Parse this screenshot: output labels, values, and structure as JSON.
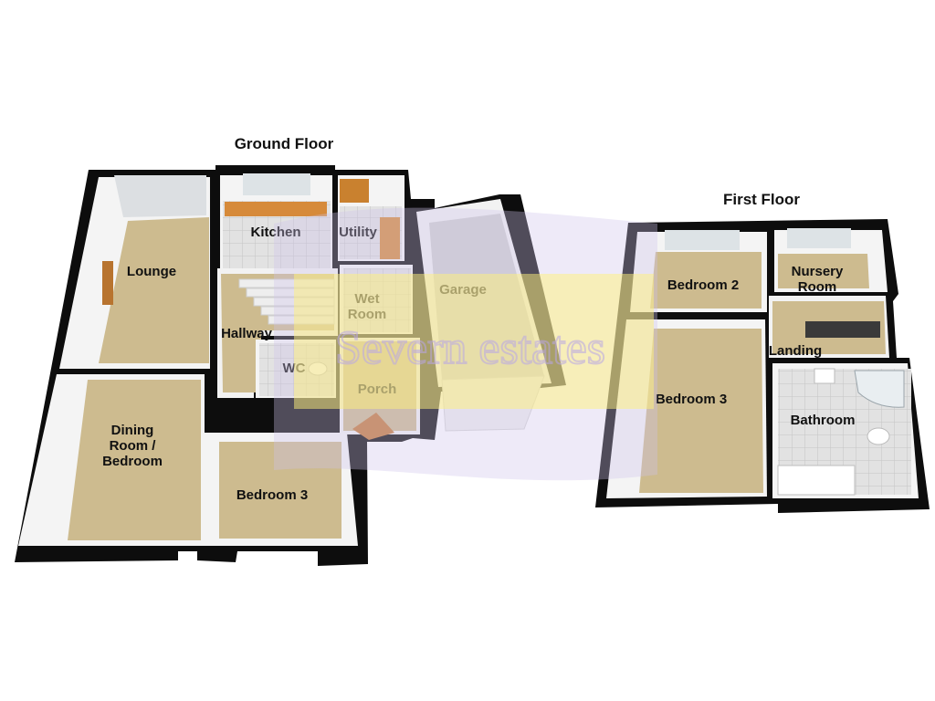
{
  "floors": {
    "ground": {
      "title": "Ground Floor",
      "rooms": {
        "lounge": "Lounge",
        "kitchen": "Kitchen",
        "utility": "Utility",
        "hallway": "Hallway",
        "wet_room": [
          "Wet",
          "Room"
        ],
        "wc": "WC",
        "porch": "Porch",
        "garage": "Garage",
        "dining": [
          "Dining",
          "Room /",
          "Bedroom"
        ],
        "bedroom3": "Bedroom 3"
      }
    },
    "first": {
      "title": "First Floor",
      "rooms": {
        "bedroom2": "Bedroom 2",
        "nursery": [
          "Nursery",
          "Room"
        ],
        "landing": "Landing",
        "bedroom3": "Bedroom 3",
        "bathroom": "Bathroom"
      }
    }
  },
  "watermark": {
    "text": "Severn estates"
  },
  "colors": {
    "wall": "#0d0d0d",
    "carpet": "#cdbb8f",
    "interior_wall": "#f2f2f2",
    "tile": "#d8d8d8",
    "kitchen_worktop": "#d68a3a",
    "watermark_yellow": "#fff27a",
    "watermark_lavender": "#cfc4ea"
  }
}
